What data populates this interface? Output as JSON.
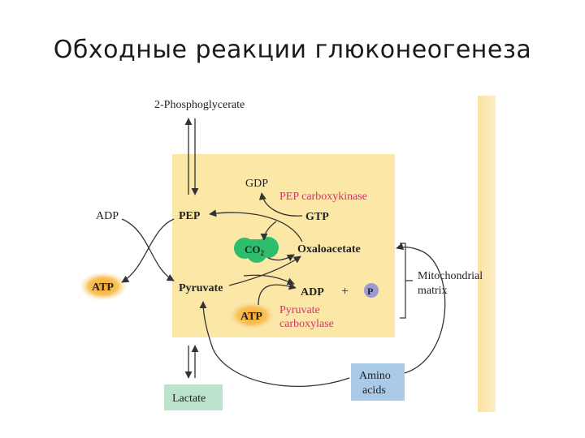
{
  "slide": {
    "title": "Обходные реакции глюконеогенеза"
  },
  "diagram": {
    "labels": {
      "phosphoglycerate": "2-Phosphoglycerate",
      "gdp": "GDP",
      "pep_carboxykinase": "PEP carboxykinase",
      "adp_left": "ADP",
      "pep": "PEP",
      "gtp": "GTP",
      "co2_main": "CO",
      "co2_sub": "2",
      "oxaloacetate": "Oxaloacetate",
      "atp_left": "ATP",
      "pyruvate": "Pyruvate",
      "adp_right": "ADP",
      "plus": "+",
      "p": "P",
      "atp_center": "ATP",
      "pyruvate_carboxylase_1": "Pyruvate",
      "pyruvate_carboxylase_2": "carboxylase",
      "mito_1": "Mitochondrial",
      "mito_2": "matrix",
      "lactate": "Lactate",
      "amino_1": "Amino",
      "amino_2": "acids"
    },
    "colors": {
      "matrix_fill": "#fbe7a6",
      "mito_bar": "#fbe2a1",
      "enzyme_text": "#d6336c",
      "co2_fill": "#2ebd6d",
      "atp_glow": "#f7a824",
      "p_fill": "#9d9bd6",
      "lactate_fill": "#b9e3ca",
      "amino_fill": "#a9cbe8",
      "arrow": "#333333"
    }
  }
}
